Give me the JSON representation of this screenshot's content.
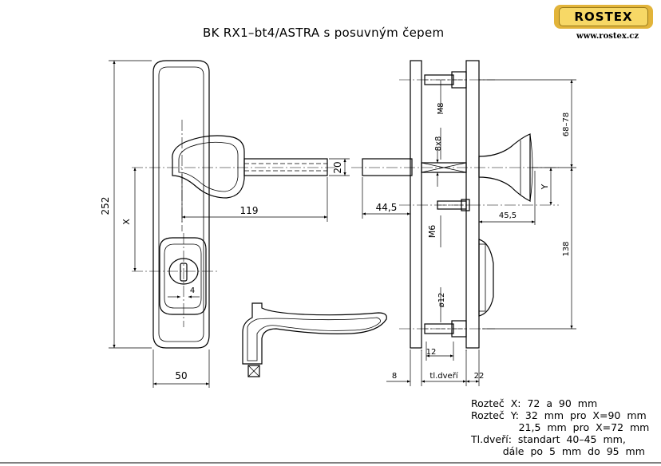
{
  "title": "BK RX1–bt4/ASTRA s posuvným čepem",
  "logo": {
    "text": "ROSTEX",
    "url": "www.rostex.cz",
    "colors": {
      "outer": "#e2b43a",
      "inner": "#f7d866"
    }
  },
  "front_view": {
    "height_label": "252",
    "width_label": "50",
    "distance_x_label": "X",
    "lever_length_label": "119",
    "lever_thickness_label": "20",
    "key_label": "4"
  },
  "side_view": {
    "spindle_label": "44,5",
    "screw_top_label": "M8",
    "square_label": "8x8",
    "screw_mid_label": "M6",
    "pin_label": "ø12",
    "offset_label": "12",
    "rose_depth_label": "45,5",
    "y_label": "Y",
    "dim_upper_label": "68–78",
    "dim_lower_label": "138",
    "inner_label": "8",
    "door_label": "tl.dveří",
    "outer_label": "22"
  },
  "notes": [
    "Rozteč  X:  72  a  90  mm",
    "Rozteč  Y:  32  mm  pro  X=90  mm",
    "               21,5  mm  pro  X=72  mm",
    "Tl.dveří:  standart  40–45  mm,",
    "          dále  po  5  mm  do  95  mm"
  ]
}
